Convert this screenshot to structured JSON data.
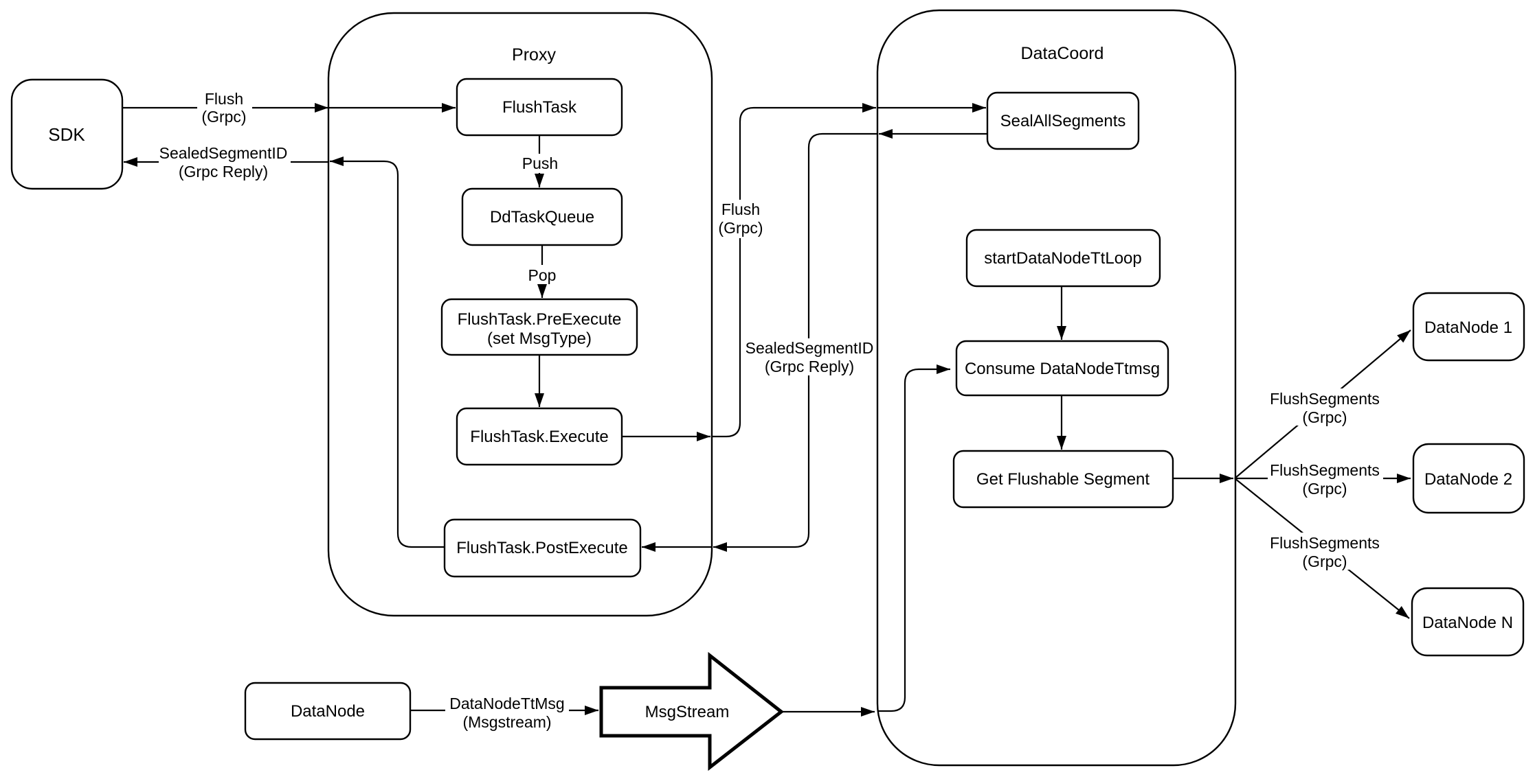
{
  "colors": {
    "stroke": "#000000",
    "fill": "#ffffff",
    "background": "#ffffff"
  },
  "containers": {
    "proxy": {
      "title": "Proxy"
    },
    "datacoord": {
      "title": "DataCoord"
    }
  },
  "nodes": {
    "sdk": {
      "label": "SDK"
    },
    "flush_task": {
      "label": "FlushTask"
    },
    "dd_task_queue": {
      "label": "DdTaskQueue"
    },
    "pre_execute": {
      "line1": "FlushTask.PreExecute",
      "line2": "(set MsgType)"
    },
    "execute": {
      "label": "FlushTask.Execute"
    },
    "post_execute": {
      "label": "FlushTask.PostExecute"
    },
    "seal_all_segments": {
      "label": "SealAllSegments"
    },
    "start_datanode_tt_loop": {
      "label": "startDataNodeTtLoop"
    },
    "consume_datanode_ttmsg": {
      "label": "Consume DataNodeTtmsg"
    },
    "get_flushable_segment": {
      "label": "Get Flushable Segment"
    },
    "datanode_1": {
      "label": "DataNode 1"
    },
    "datanode_2": {
      "label": "DataNode 2"
    },
    "datanode_n": {
      "label": "DataNode N"
    },
    "datanode": {
      "label": "DataNode"
    },
    "msgstream": {
      "label": "MsgStream"
    }
  },
  "edge_labels": {
    "sdk_flush": {
      "line1": "Flush",
      "line2": "(Grpc)"
    },
    "sdk_reply": {
      "line1": "SealedSegmentID",
      "line2": "(Grpc Reply)"
    },
    "push": {
      "label": "Push"
    },
    "pop": {
      "label": "Pop"
    },
    "proxy_flush": {
      "line1": "Flush",
      "line2": "(Grpc)"
    },
    "proxy_reply": {
      "line1": "SealedSegmentID",
      "line2": "(Grpc Reply)"
    },
    "flush_segments_1": {
      "line1": "FlushSegments",
      "line2": "(Grpc)"
    },
    "flush_segments_2": {
      "line1": "FlushSegments",
      "line2": "(Grpc)"
    },
    "flush_segments_n": {
      "line1": "FlushSegments",
      "line2": "(Grpc)"
    },
    "datanode_tt_msg": {
      "line1": "DataNodeTtMsg",
      "line2": "(Msgstream)"
    }
  }
}
